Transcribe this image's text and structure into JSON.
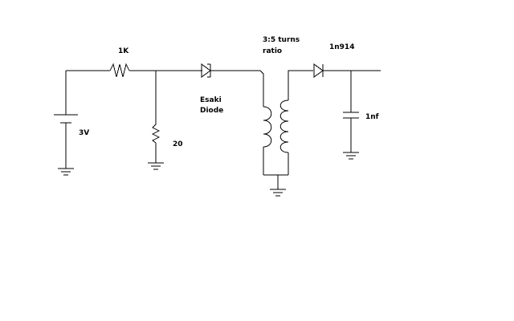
{
  "labels": {
    "battery": "3V",
    "resistor_series": "1K",
    "resistor_shunt": "20",
    "tunnel_diode_line1": "Esaki",
    "tunnel_diode_line2": "Diode",
    "transformer_line1": "3:5 turns",
    "transformer_line2": "ratio",
    "diode": "1n914",
    "capacitor": "1nf"
  },
  "transformer": {
    "primary_turns": 3,
    "secondary_turns": 5
  }
}
